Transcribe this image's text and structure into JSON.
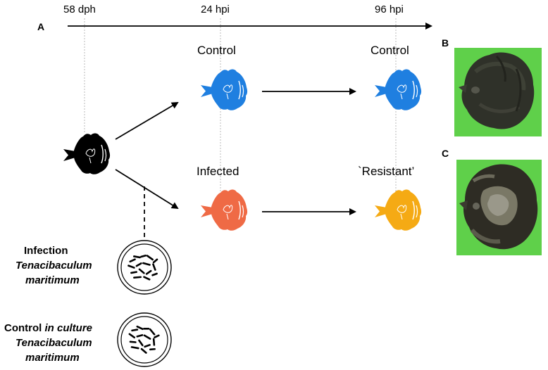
{
  "timeline": {
    "points": [
      "58 dph",
      "24 hpi",
      "96 hpi"
    ]
  },
  "panels": {
    "a": "A",
    "b": "B",
    "c": "C"
  },
  "groups": {
    "control_24": "Control",
    "infected_24": "Infected",
    "control_96": "Control",
    "resistant_96": "`Resistant’"
  },
  "legend": {
    "infection": {
      "line1": "Infection",
      "line2": "Tenacibaculum",
      "line3": "maritimum"
    },
    "control": {
      "line1_bold": "Control",
      "line1_italic": "in culture",
      "line2": "Tenacibaculum",
      "line3": "maritimum"
    }
  },
  "colors": {
    "start_fish": "#000000",
    "control_fish": "#1f7fe0",
    "infected_fish": "#ef6a45",
    "resistant_fish": "#f5aa14",
    "photo_bg": "#5fd04a"
  },
  "icons": [
    "fish-icon",
    "petri-dish-icon",
    "arrow-icon"
  ]
}
